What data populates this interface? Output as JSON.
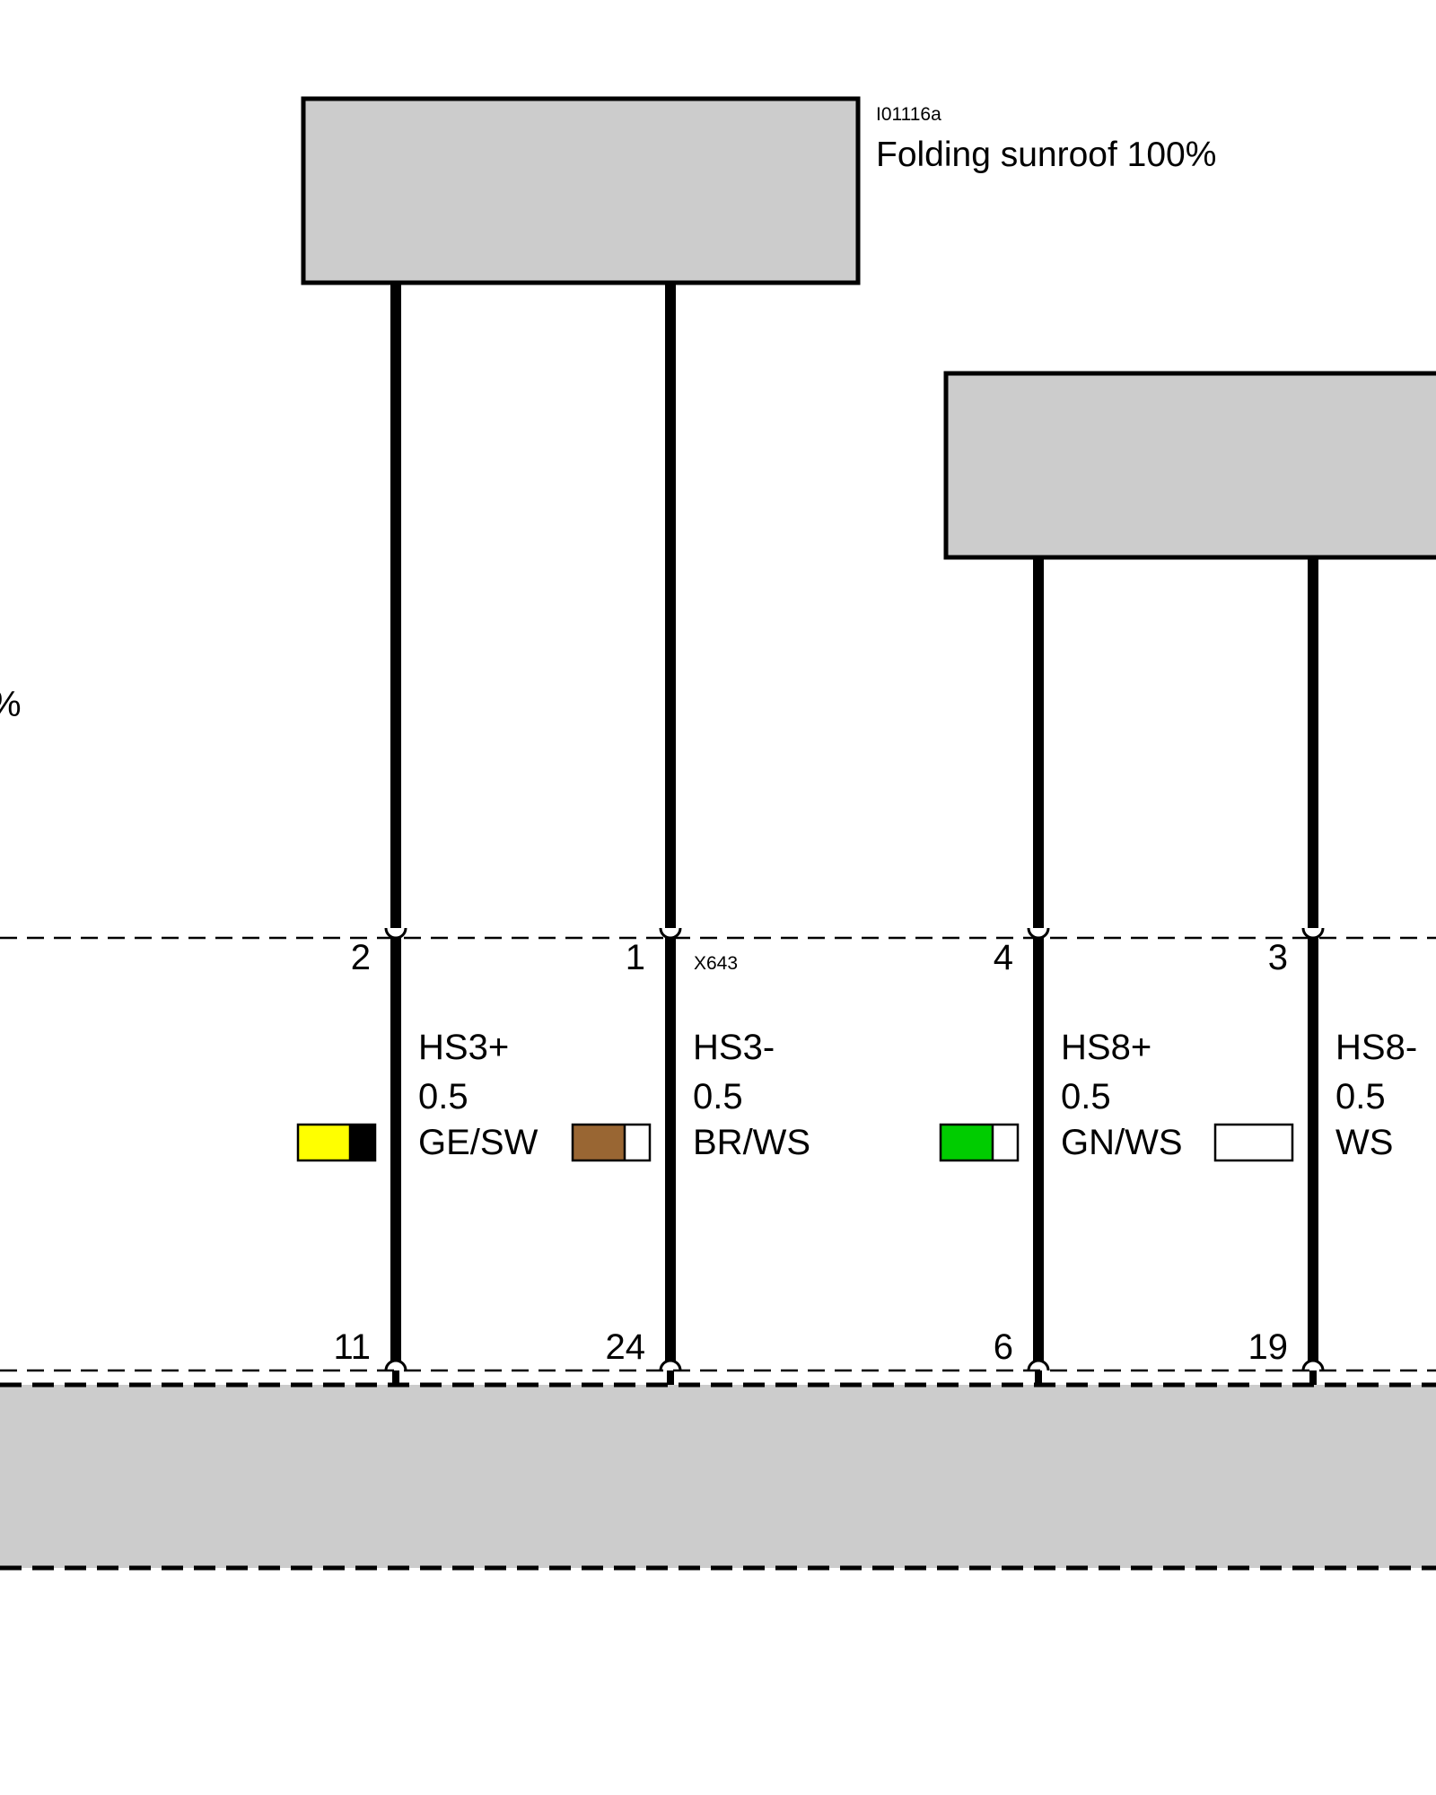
{
  "components": {
    "sunroof_module": {
      "part_code": "I01116a",
      "label": "Folding sunroof 100%"
    },
    "module_right": {},
    "bottom_module": {},
    "left_cut_label": {
      "text": "%"
    }
  },
  "connector_top": {
    "name": "X643"
  },
  "colors": {
    "module_fill": "#cccccc",
    "wire": "#000000",
    "GE": "#ffff00",
    "SW": "#000000",
    "BR": "#996633",
    "WS": "#ffffff",
    "GN": "#00cc00"
  },
  "wires": [
    {
      "id": "hs3-plus",
      "signal": "HS3+",
      "gauge": "0.5",
      "color_code": "GE/SW",
      "top_pin": "2",
      "bottom_pin": "11",
      "swatch": [
        "GE",
        "SW"
      ]
    },
    {
      "id": "hs3-minus",
      "signal": "HS3-",
      "gauge": "0.5",
      "color_code": "BR/WS",
      "top_pin": "1",
      "bottom_pin": "24",
      "swatch": [
        "BR",
        "WS"
      ]
    },
    {
      "id": "hs8-plus",
      "signal": "HS8+",
      "gauge": "0.5",
      "color_code": "GN/WS",
      "top_pin": "4",
      "bottom_pin": "6",
      "swatch": [
        "GN",
        "WS"
      ]
    },
    {
      "id": "hs8-minus",
      "signal": "HS8-",
      "gauge": "0.5",
      "color_code": "WS",
      "top_pin": "3",
      "bottom_pin": "19",
      "swatch": [
        "WS"
      ]
    }
  ]
}
